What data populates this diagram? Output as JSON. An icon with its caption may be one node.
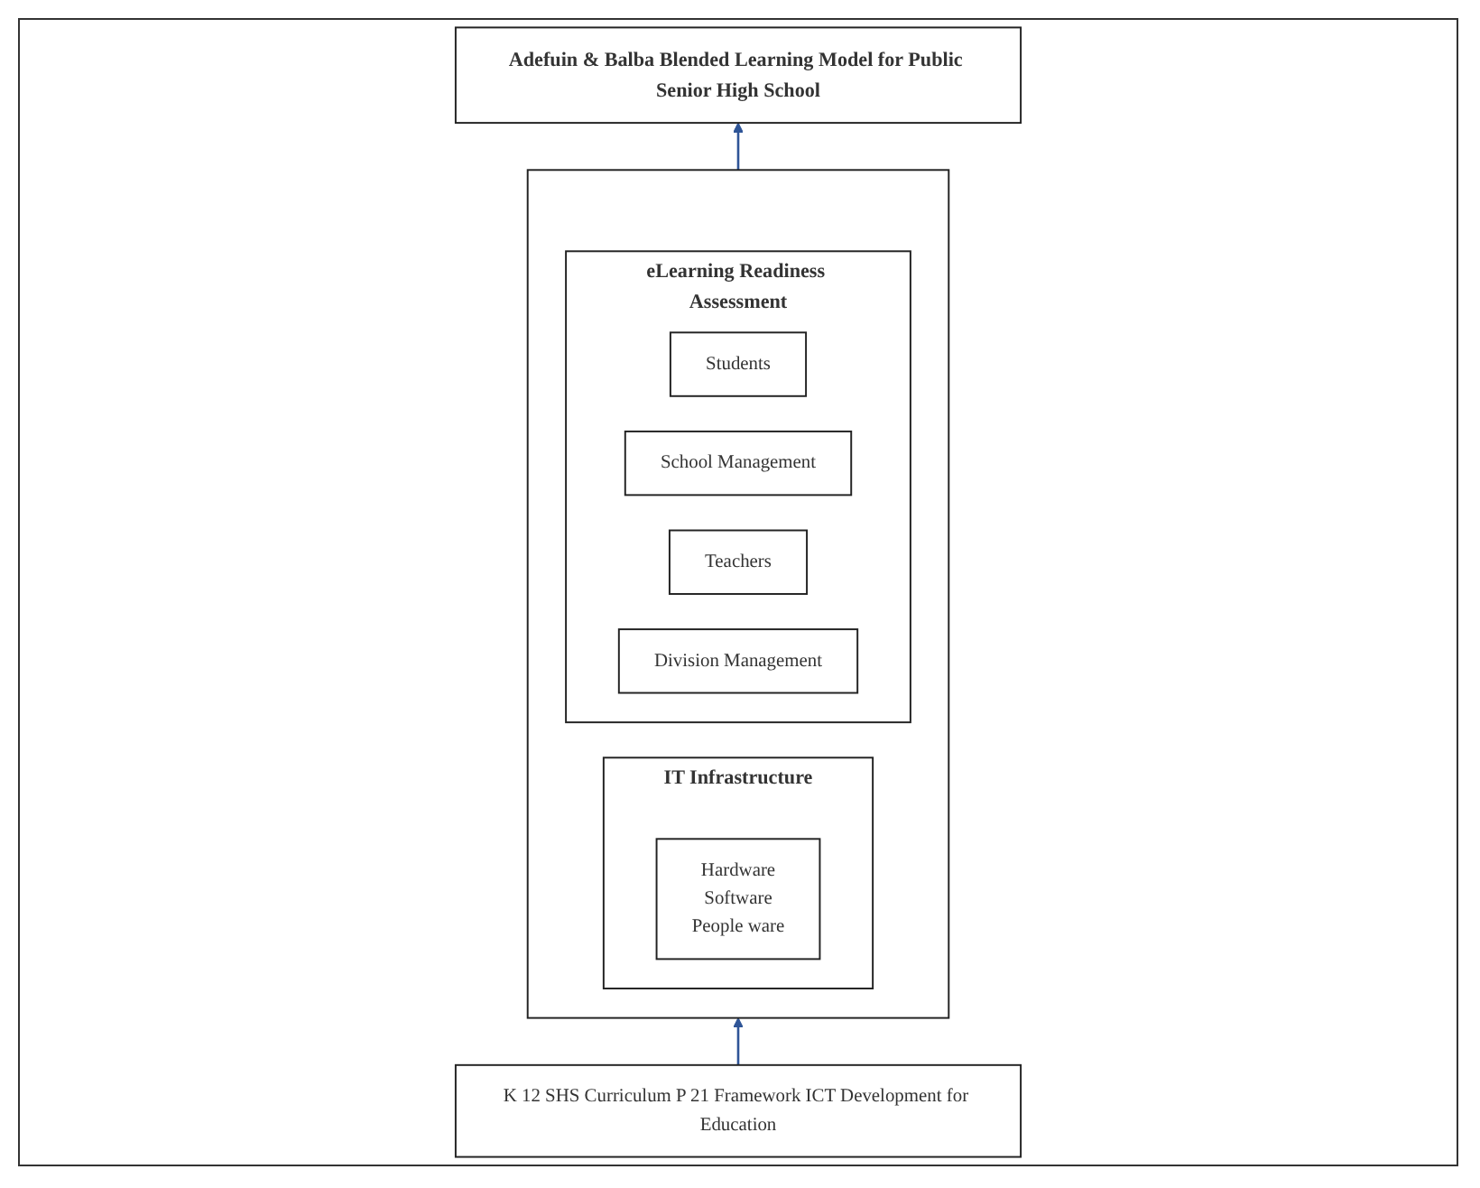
{
  "diagram": {
    "nodes": [
      {
        "text": [
          "Adefuin & Balba Blended Learning Model for Public Senior High School"
        ]
      },
      {
        "text": [],
        "shape": "box"
      },
      {
        "text": [
          "IT Infrastructure"
        ],
        "in": 1
      },
      {
        "text": [
          "Hardware",
          "Software",
          "People ware"
        ],
        "in": 2
      },
      {
        "text": [
          "eLearning Readiness Assessment"
        ],
        "in": 1
      },
      {
        "text": [
          "Students"
        ],
        "in": 4
      },
      {
        "text": [
          "School Management"
        ],
        "in": 4
      },
      {
        "text": [
          "Teachers"
        ],
        "in": 4
      },
      {
        "text": [
          "Division Management"
        ],
        "in": 4
      },
      {
        "text": [
          "K 12 SHS Curriculum P 21 Framework ICT Development for Education"
        ]
      }
    ],
    "edges": [
      {
        "from": 9,
        "to": 1,
        "arrow": "to"
      },
      {
        "from": 1,
        "to": 0,
        "arrow": "to"
      }
    ]
  }
}
